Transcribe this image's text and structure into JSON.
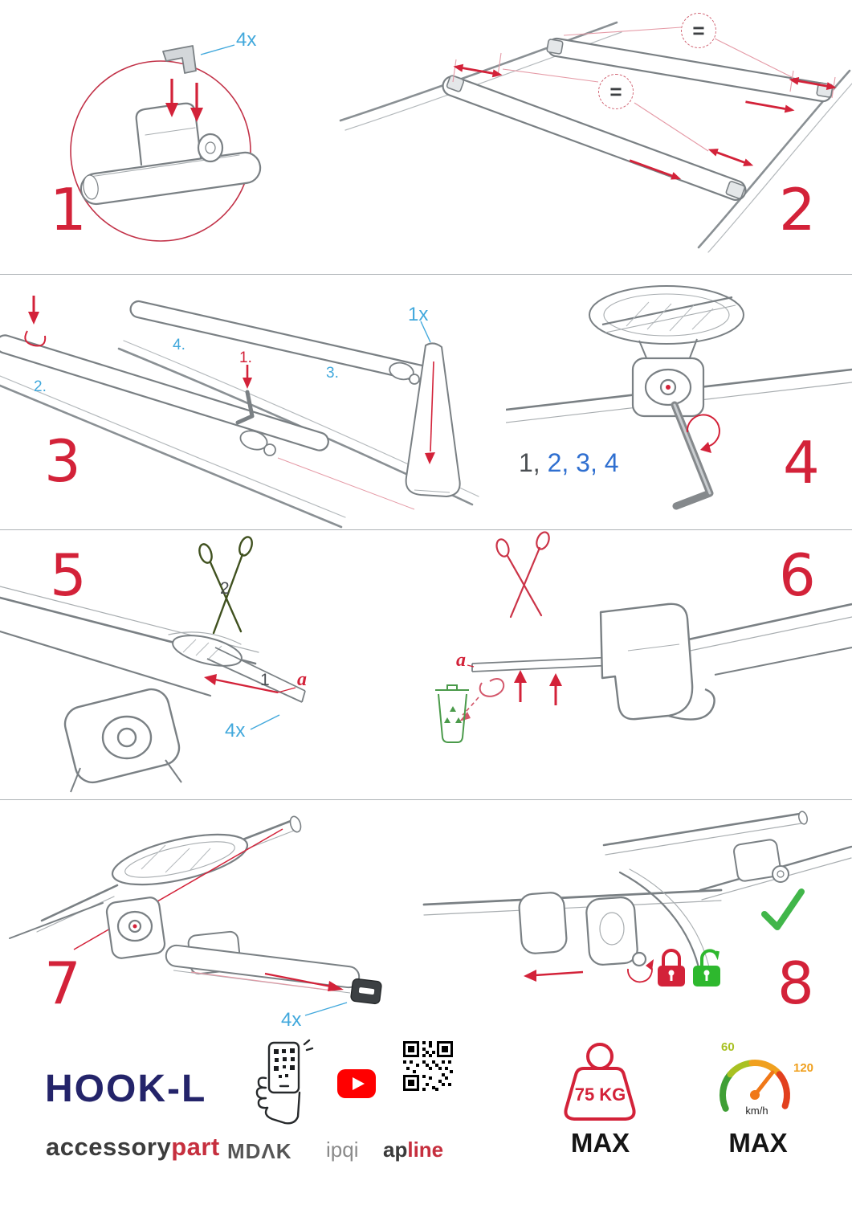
{
  "steps": {
    "s1": {
      "number": "1",
      "qty": "4x"
    },
    "s2": {
      "number": "2",
      "eq": "="
    },
    "s3": {
      "number": "3",
      "qty": "1x",
      "n1": "1.",
      "n2": "2.",
      "n3": "3.",
      "n4": "4."
    },
    "s4": {
      "number": "4",
      "seq_done": "1,",
      "seq_next": "2, 3, 4"
    },
    "s5": {
      "number": "5",
      "n1": "1",
      "n2": "2",
      "a": "a",
      "qty": "4x"
    },
    "s6": {
      "number": "6",
      "a": "a"
    },
    "s7": {
      "number": "7",
      "qty": "4x"
    },
    "s8": {
      "number": "8"
    }
  },
  "footer": {
    "product": "HOOK-L",
    "brand_gray": "accessory",
    "brand_red": "part",
    "logo_mdak": "MDΛK",
    "logo_ipqi": "ipqi",
    "logo_ap": "ap",
    "logo_line": "line",
    "weight_value": "75 KG",
    "weight_max": "MAX",
    "speed_min": "60",
    "speed_max_tick": "120",
    "speed_unit": "km/h",
    "speed_max": "MAX"
  },
  "colors": {
    "step_number_red": "#d32239",
    "label_blue": "#41a8dc",
    "arrow_red": "#d32239",
    "brand_navy": "#24246a",
    "brand_red": "#c62f3e",
    "youtube_red": "#ff0000",
    "check_green": "#41b64a",
    "lock_closed_red": "#d32239",
    "lock_open_green": "#2eb82e"
  }
}
